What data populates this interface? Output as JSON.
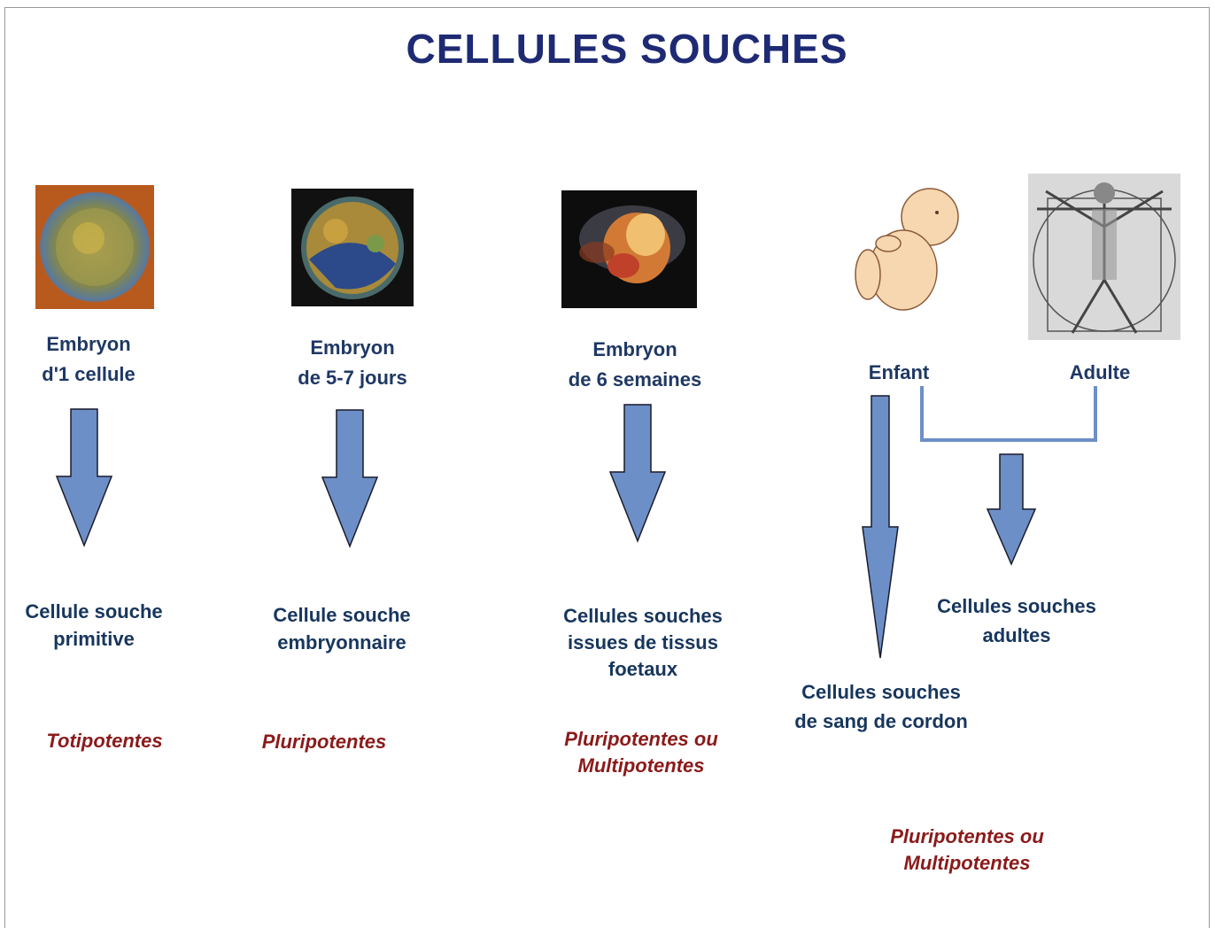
{
  "title": "CELLULES SOUCHES",
  "stages": [
    {
      "icon": "single-cell-embryo-photo",
      "line1": "Embryon",
      "line2": "d'1 cellule"
    },
    {
      "icon": "blastocyst-photo",
      "line1": "Embryon",
      "line2": "de 5-7 jours"
    },
    {
      "icon": "six-week-embryo-photo",
      "line1": "Embryon",
      "line2": "de 6 semaines"
    },
    {
      "icon": "baby-illustration",
      "line1": "Enfant"
    },
    {
      "icon": "vitruvian-man-drawing",
      "line1": "Adulte"
    }
  ],
  "cells": [
    {
      "line1": "Cellule souche",
      "line2": "primitive"
    },
    {
      "line1": "Cellule souche",
      "line2": "embryonnaire"
    },
    {
      "line1": "Cellules souches",
      "line2": "issues de tissus",
      "line3": "foetaux"
    },
    {
      "line1": "Cellules souches",
      "line2": "de sang de cordon"
    },
    {
      "line1": "Cellules souches",
      "line2": "adultes"
    }
  ],
  "potency": [
    {
      "line1": "Totipotentes"
    },
    {
      "line1": "Pluripotentes"
    },
    {
      "line1": "Pluripotentes ou",
      "line2": "Multipotentes"
    },
    {
      "line1": "Pluripotentes ou",
      "line2": "Multipotentes"
    }
  ],
  "colors": {
    "title": "#1e2a73",
    "label": "#1f3864",
    "potency": "#8b1a1a",
    "arrow": "#6d8fc7"
  }
}
